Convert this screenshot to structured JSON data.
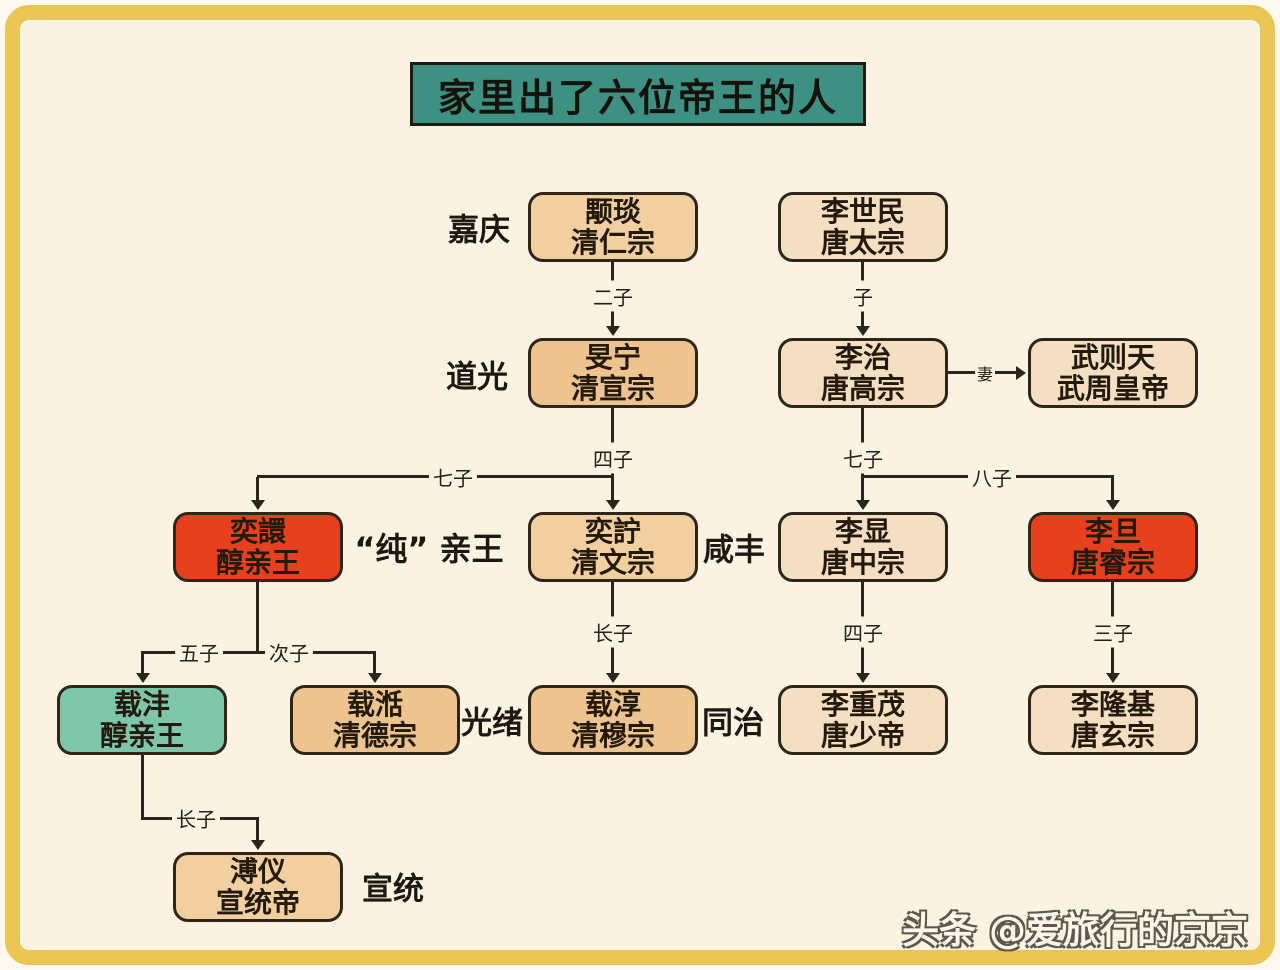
{
  "title": "家里出了六位帝王的人",
  "watermark": "头条 @爱旅行的京京",
  "colors": {
    "frame_gold": "#e9c553",
    "canvas_cream": "#faf3e2",
    "title_teal": "#3e9182",
    "box_tan_dark": "#edc48f",
    "box_tan_mid": "#f1cfa0",
    "box_tan_light": "#f4dfc3",
    "box_red": "#e6401f",
    "box_green": "#7dc6a9",
    "line_dark": "#2b251c"
  },
  "nodes": {
    "yongyan": {
      "name": "颙琰",
      "title": "清仁宗"
    },
    "lishimin": {
      "name": "李世民",
      "title": "唐太宗"
    },
    "minning": {
      "name": "旻宁",
      "title": "清宣宗"
    },
    "lizhi": {
      "name": "李治",
      "title": "唐高宗"
    },
    "wuzetian": {
      "name": "武则天",
      "title": "武周皇帝"
    },
    "yixuan": {
      "name": "奕譞",
      "title": "醇亲王"
    },
    "yizhu": {
      "name": "奕詝",
      "title": "清文宗"
    },
    "lixian": {
      "name": "李显",
      "title": "唐中宗"
    },
    "lidan": {
      "name": "李旦",
      "title": "唐睿宗"
    },
    "zaifeng": {
      "name": "载沣",
      "title": "醇亲王"
    },
    "zaitian": {
      "name": "载湉",
      "title": "清德宗"
    },
    "zaichun": {
      "name": "载淳",
      "title": "清穆宗"
    },
    "lichongmao": {
      "name": "李重茂",
      "title": "唐少帝"
    },
    "lilongji": {
      "name": "李隆基",
      "title": "唐玄宗"
    },
    "puyi": {
      "name": "溥仪",
      "title": "宣统帝"
    }
  },
  "era_labels": {
    "jiaqing": "嘉庆",
    "daoguang": "道光",
    "chun_prince": "“纯” 亲王",
    "xianfeng": "咸丰",
    "guangxu": "光绪",
    "tongzhi": "同治",
    "xuantong": "宣统"
  },
  "edge_labels": {
    "erzi": "二子",
    "zi": "子",
    "qi": "妻",
    "sizi_left": "四子",
    "qizi_left": "七子",
    "qizi_right": "七子",
    "bazi": "八子",
    "wuzi": "五子",
    "cizi": "次子",
    "zhangzi_mid": "长子",
    "sizi_right": "四子",
    "sanzi": "三子",
    "zhangzi_bottom": "长子"
  }
}
